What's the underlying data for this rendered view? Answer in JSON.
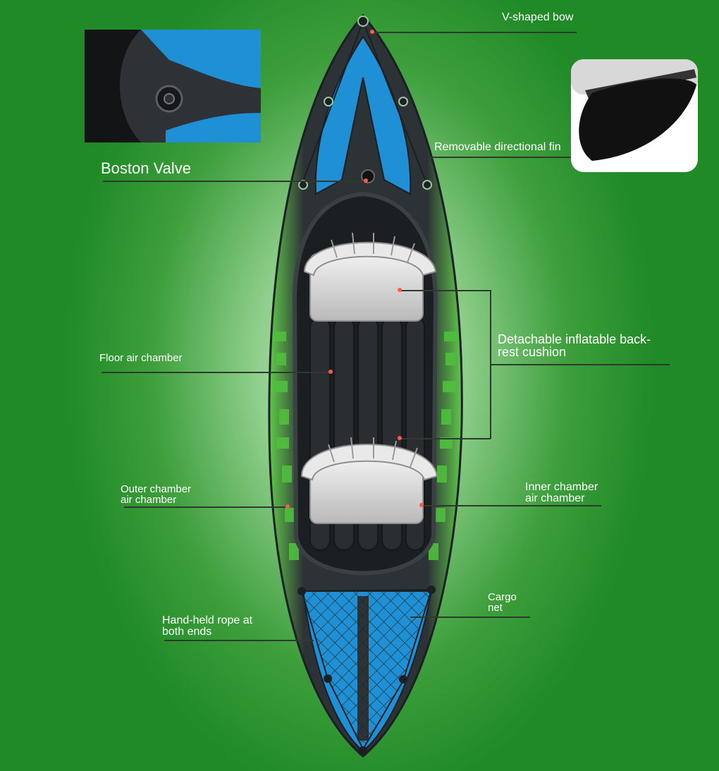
{
  "labels": {
    "bow": "V-shaped bow",
    "fin": "Removable directional fin",
    "valve": "Boston Valve",
    "backrest": "Detachable inflatable back-\nrest cushion",
    "floor": "Floor air chamber",
    "outer": "Outer chamber\nair chamber",
    "inner": "Inner chamber\nair chamber",
    "cargo": "Cargo\nnet",
    "rope": "Hand-held rope at\nboth ends"
  },
  "colors": {
    "background": "#1f8a26",
    "hull_dark": "#2d3236",
    "accent_blue": "#1f8fd6",
    "accent_green": "#5fc94a",
    "seat_grey": "#d9d9d9",
    "marker_red": "#ff5a4a"
  },
  "icons": {
    "valve": "valve-icon",
    "fin": "fin-icon"
  }
}
